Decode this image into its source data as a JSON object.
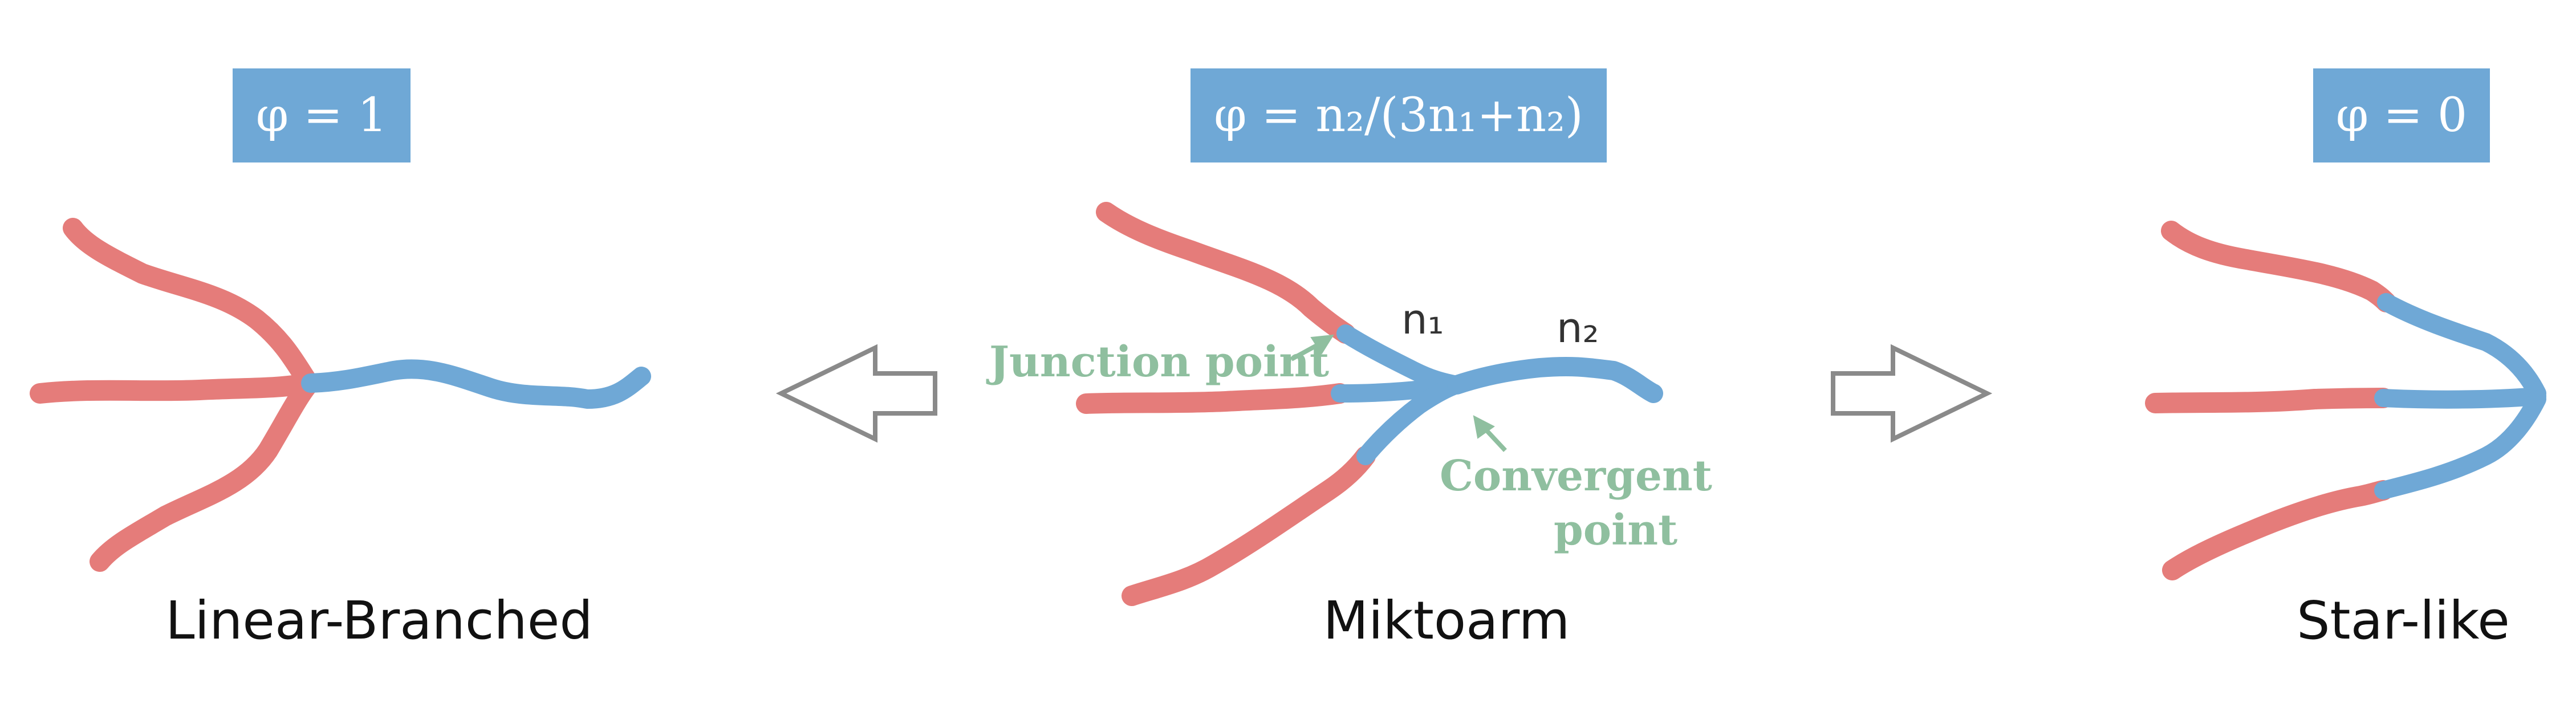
{
  "colors": {
    "red_arm": "#e57c7a",
    "blue_arm": "#6fa8d6",
    "badge_bg": "#6fa8d6",
    "annotation_green": "#8fbf9f",
    "arrow_gray": "#8a8a8a",
    "segment_label": "#333333"
  },
  "panels": {
    "left": {
      "formula": "φ = 1",
      "caption": "Linear-Branched"
    },
    "middle": {
      "formula": "φ = n₂/(3n₁+n₂)",
      "caption": "Miktoarm",
      "label_n1": "n₁",
      "label_n2": "n₂",
      "junction_label": "Junction point",
      "convergent_label_line1": "Convergent",
      "convergent_label_line2": "point"
    },
    "right": {
      "formula": "φ = 0",
      "caption": "Star-like"
    }
  },
  "arrows": {
    "left_arrow_icon": "hollow-arrow-left",
    "right_arrow_icon": "hollow-arrow-right"
  }
}
